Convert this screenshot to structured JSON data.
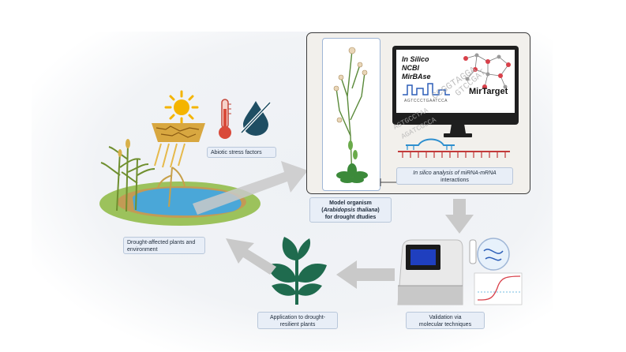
{
  "labels": {
    "abiotic": "Abiotic stress factors",
    "drought_env": "Drought-affected  plants and environment",
    "model_line1": "Model organism",
    "model_line2_prefix": "(",
    "model_line2_species": "Arabidopsis thaliana",
    "model_line2_suffix": ")",
    "model_line3": "for drought dtudies",
    "insilico_line1": "In silico analysis of miRNA-mRNA",
    "insilico_line2": "interactions",
    "validation_line1": "Validation via",
    "validation_line2": "molecular techniques",
    "application": "Application to drought-resilient plants"
  },
  "monitor": {
    "line1": "In Silico",
    "line2": "NCBI",
    "line3": "MirBAse",
    "brand": "MirTarget",
    "sequence": "AGTCCCTGAATCCA"
  },
  "floating_sequences": [
    "AGATCGCCA",
    "AGTGCCTAA",
    "CCGGTAGGA",
    "GTCCGAT"
  ],
  "colors": {
    "arrow": "#c9c9c9",
    "plant_green": "#1f6b4e",
    "panel_border": "#3c3c3c",
    "label_bg": "#e8eef7",
    "monitor_frame": "#1f1f1f",
    "sun": "#f4b400",
    "drop": "#1f4e63",
    "water": "#4aa7d8"
  },
  "icons": [
    "sun-icon",
    "thermometer-icon",
    "no-water-drop-icon",
    "cracked-soil-icon",
    "monitor-icon",
    "qpcr-machine-icon",
    "seedling-icon",
    "arabidopsis-plant-icon",
    "mirna-mrna-duplex-icon"
  ]
}
